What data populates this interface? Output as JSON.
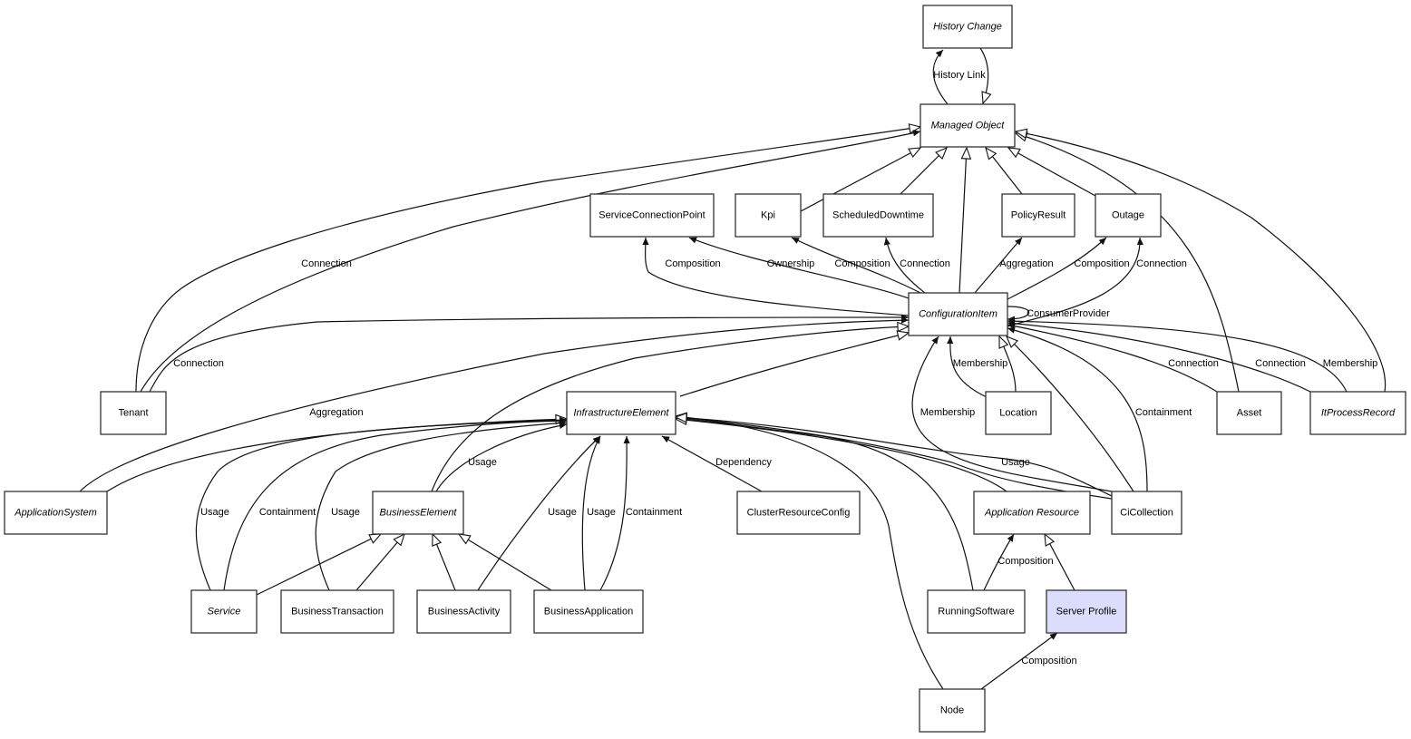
{
  "diagram": {
    "type": "UML class diagram",
    "highlight_color": "#dcdcfc",
    "nodes": [
      {
        "id": "HistoryChange",
        "label": "History Change",
        "abstract": true
      },
      {
        "id": "ManagedObject",
        "label": "Managed Object",
        "abstract": true
      },
      {
        "id": "ServiceConnectionPoint",
        "label": "ServiceConnectionPoint",
        "abstract": false
      },
      {
        "id": "Kpi",
        "label": "Kpi",
        "abstract": false
      },
      {
        "id": "ScheduledDowntime",
        "label": "ScheduledDowntime",
        "abstract": false
      },
      {
        "id": "PolicyResult",
        "label": "PolicyResult",
        "abstract": false
      },
      {
        "id": "Outage",
        "label": "Outage",
        "abstract": false
      },
      {
        "id": "ConfigurationItem",
        "label": "ConfigurationItem",
        "abstract": true
      },
      {
        "id": "Tenant",
        "label": "Tenant",
        "abstract": false
      },
      {
        "id": "InfrastructureElement",
        "label": "InfrastructureElement",
        "abstract": true
      },
      {
        "id": "Location",
        "label": "Location",
        "abstract": false
      },
      {
        "id": "Asset",
        "label": "Asset",
        "abstract": false
      },
      {
        "id": "ItProcessRecord",
        "label": "ItProcessRecord",
        "abstract": true
      },
      {
        "id": "ApplicationSystem",
        "label": "ApplicationSystem",
        "abstract": true
      },
      {
        "id": "BusinessElement",
        "label": "BusinessElement",
        "abstract": true
      },
      {
        "id": "ClusterResourceConfig",
        "label": "ClusterResourceConfig",
        "abstract": false
      },
      {
        "id": "ApplicationResource",
        "label": "Application Resource",
        "abstract": true
      },
      {
        "id": "CiCollection",
        "label": "CiCollection",
        "abstract": false
      },
      {
        "id": "Service",
        "label": "Service",
        "abstract": true
      },
      {
        "id": "BusinessTransaction",
        "label": "BusinessTransaction",
        "abstract": false
      },
      {
        "id": "BusinessActivity",
        "label": "BusinessActivity",
        "abstract": false
      },
      {
        "id": "BusinessApplication",
        "label": "BusinessApplication",
        "abstract": false
      },
      {
        "id": "RunningSoftware",
        "label": "RunningSoftware",
        "abstract": false
      },
      {
        "id": "ServerProfile",
        "label": "Server Profile",
        "abstract": false,
        "highlighted": true
      },
      {
        "id": "Node",
        "label": "Node",
        "abstract": false
      }
    ],
    "edges": [
      {
        "from": "ManagedObject",
        "to": "HistoryChange",
        "kind": "association",
        "label": "History Link"
      },
      {
        "from": "HistoryChange",
        "to": "ManagedObject",
        "kind": "generalization",
        "label": ""
      },
      {
        "from": "Kpi",
        "to": "ManagedObject",
        "kind": "generalization",
        "label": ""
      },
      {
        "from": "ScheduledDowntime",
        "to": "ManagedObject",
        "kind": "generalization",
        "label": ""
      },
      {
        "from": "ConfigurationItem",
        "to": "ManagedObject",
        "kind": "generalization",
        "label": ""
      },
      {
        "from": "PolicyResult",
        "to": "ManagedObject",
        "kind": "generalization",
        "label": ""
      },
      {
        "from": "Outage",
        "to": "ManagedObject",
        "kind": "generalization",
        "label": ""
      },
      {
        "from": "Asset",
        "to": "ManagedObject",
        "kind": "generalization",
        "label": ""
      },
      {
        "from": "ItProcessRecord",
        "to": "ManagedObject",
        "kind": "generalization",
        "label": ""
      },
      {
        "from": "Tenant",
        "to": "ManagedObject",
        "kind": "generalization",
        "label": ""
      },
      {
        "from": "Tenant",
        "to": "ManagedObject",
        "kind": "association",
        "label": "Connection"
      },
      {
        "from": "ConfigurationItem",
        "to": "ServiceConnectionPoint",
        "kind": "association",
        "label": "Composition"
      },
      {
        "from": "ConfigurationItem",
        "to": "ServiceConnectionPoint",
        "kind": "association",
        "label": "Ownership"
      },
      {
        "from": "ConfigurationItem",
        "to": "Kpi",
        "kind": "association",
        "label": "Composition"
      },
      {
        "from": "ConfigurationItem",
        "to": "ScheduledDowntime",
        "kind": "association",
        "label": "Connection"
      },
      {
        "from": "ConfigurationItem",
        "to": "PolicyResult",
        "kind": "association",
        "label": "Aggregation"
      },
      {
        "from": "ConfigurationItem",
        "to": "Outage",
        "kind": "association",
        "label": "Composition"
      },
      {
        "from": "ConfigurationItem",
        "to": "Outage",
        "kind": "association",
        "label": "Connection"
      },
      {
        "from": "ConfigurationItem",
        "to": "ConfigurationItem",
        "kind": "association",
        "label": "ConsumerProvider"
      },
      {
        "from": "Tenant",
        "to": "ConfigurationItem",
        "kind": "association",
        "label": "Connection"
      },
      {
        "from": "ApplicationSystem",
        "to": "ConfigurationItem",
        "kind": "association",
        "label": "Aggregation"
      },
      {
        "from": "BusinessElement",
        "to": "ConfigurationItem",
        "kind": "generalization",
        "label": ""
      },
      {
        "from": "InfrastructureElement",
        "to": "ConfigurationItem",
        "kind": "generalization",
        "label": ""
      },
      {
        "from": "Location",
        "to": "ConfigurationItem",
        "kind": "association",
        "label": "Membership"
      },
      {
        "from": "Location",
        "to": "ConfigurationItem",
        "kind": "generalization",
        "label": ""
      },
      {
        "from": "CiCollection",
        "to": "ConfigurationItem",
        "kind": "association",
        "label": "Membership"
      },
      {
        "from": "CiCollection",
        "to": "ConfigurationItem",
        "kind": "generalization",
        "label": ""
      },
      {
        "from": "CiCollection",
        "to": "ConfigurationItem",
        "kind": "association",
        "label": "Containment"
      },
      {
        "from": "Asset",
        "to": "ConfigurationItem",
        "kind": "association",
        "label": "Connection"
      },
      {
        "from": "ItProcessRecord",
        "to": "ConfigurationItem",
        "kind": "association",
        "label": "Connection"
      },
      {
        "from": "ItProcessRecord",
        "to": "ConfigurationItem",
        "kind": "association",
        "label": "Membership"
      },
      {
        "from": "ApplicationSystem",
        "to": "InfrastructureElement",
        "kind": "generalization",
        "label": ""
      },
      {
        "from": "Service",
        "to": "InfrastructureElement",
        "kind": "association",
        "label": "Usage"
      },
      {
        "from": "Service",
        "to": "InfrastructureElement",
        "kind": "association",
        "label": "Containment"
      },
      {
        "from": "BusinessTransaction",
        "to": "InfrastructureElement",
        "kind": "association",
        "label": "Usage"
      },
      {
        "from": "BusinessElement",
        "to": "InfrastructureElement",
        "kind": "association",
        "label": "Usage"
      },
      {
        "from": "BusinessActivity",
        "to": "InfrastructureElement",
        "kind": "association",
        "label": "Usage"
      },
      {
        "from": "BusinessApplication",
        "to": "InfrastructureElement",
        "kind": "association",
        "label": "Usage"
      },
      {
        "from": "BusinessApplication",
        "to": "InfrastructureElement",
        "kind": "association",
        "label": "Containment"
      },
      {
        "from": "ClusterResourceConfig",
        "to": "InfrastructureElement",
        "kind": "association",
        "label": "Dependency"
      },
      {
        "from": "Node",
        "to": "InfrastructureElement",
        "kind": "generalization",
        "label": ""
      },
      {
        "from": "RunningSoftware",
        "to": "InfrastructureElement",
        "kind": "generalization",
        "label": ""
      },
      {
        "from": "ApplicationResource",
        "to": "InfrastructureElement",
        "kind": "generalization",
        "label": ""
      },
      {
        "from": "CiCollection",
        "to": "InfrastructureElement",
        "kind": "association",
        "label": "Usage"
      },
      {
        "from": "CiCollection",
        "to": "InfrastructureElement",
        "kind": "generalization",
        "label": ""
      },
      {
        "from": "Service",
        "to": "BusinessElement",
        "kind": "generalization",
        "label": ""
      },
      {
        "from": "BusinessTransaction",
        "to": "BusinessElement",
        "kind": "generalization",
        "label": ""
      },
      {
        "from": "BusinessActivity",
        "to": "BusinessElement",
        "kind": "generalization",
        "label": ""
      },
      {
        "from": "BusinessApplication",
        "to": "BusinessElement",
        "kind": "generalization",
        "label": ""
      },
      {
        "from": "RunningSoftware",
        "to": "ApplicationResource",
        "kind": "association",
        "label": "Composition"
      },
      {
        "from": "ServerProfile",
        "to": "ApplicationResource",
        "kind": "generalization",
        "label": ""
      },
      {
        "from": "Node",
        "to": "ServerProfile",
        "kind": "association",
        "label": "Composition"
      }
    ]
  }
}
